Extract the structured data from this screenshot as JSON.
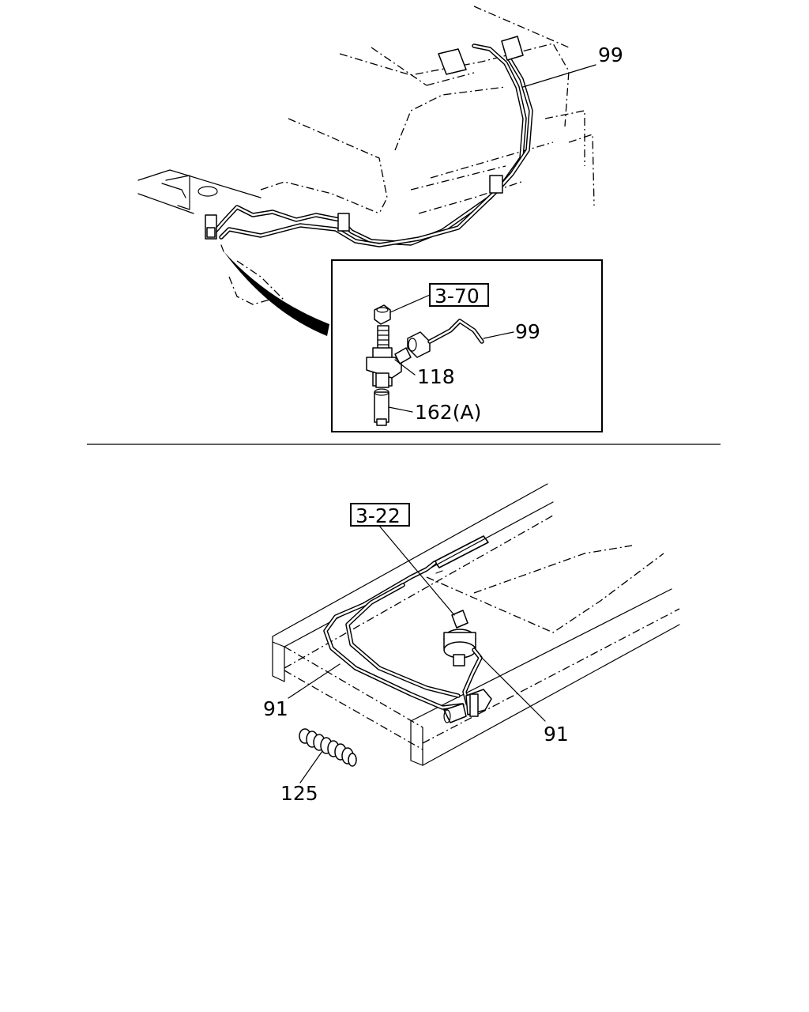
{
  "labels": {
    "top_pipe": "99",
    "ref_nut": "3-70",
    "inset_pipe": "99",
    "tee": "118",
    "hose_fitting": "162(A)",
    "ref_bottom": "3-22",
    "hose_left": "91",
    "hose_right": "91",
    "spring": "125"
  },
  "colors": {
    "ink": "#000000",
    "paper": "#ffffff"
  }
}
